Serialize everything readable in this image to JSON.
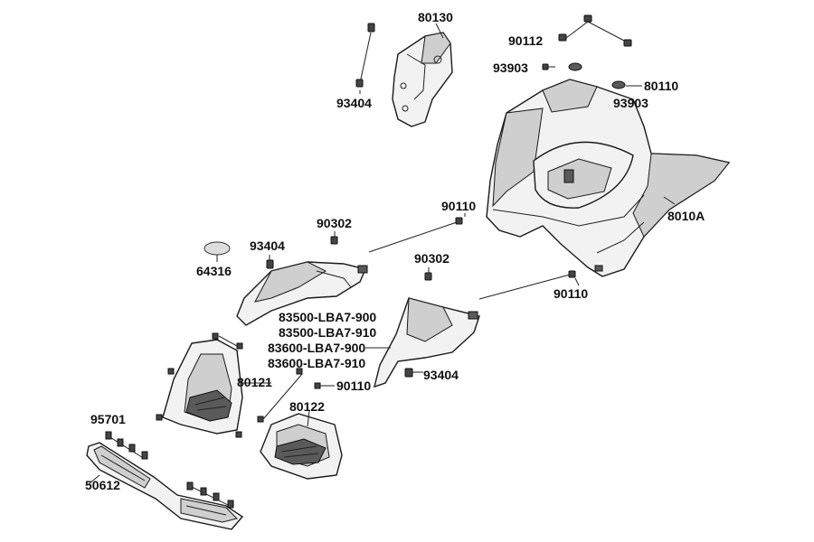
{
  "diagram": {
    "labels": {
      "p80130": "80130",
      "p90112": "90112",
      "p93903a": "93903",
      "p80110": "80110",
      "p93903b": "93903",
      "p93404a": "93404",
      "p8010a": "8010A",
      "p90110a": "90110",
      "p90302a": "90302",
      "p93404b": "93404",
      "p64316": "64316",
      "p90302b": "90302",
      "p90110b": "90110",
      "p83500_900": "83500-LBA7-900",
      "p83500_910": "83500-LBA7-910",
      "p83600_900": "83600-LBA7-900",
      "p83600_910": "83600-LBA7-910",
      "p80121": "80121",
      "p93404c": "93404",
      "p90110c": "90110",
      "p80122": "80122",
      "p95701": "95701",
      "p50612": "50612"
    }
  }
}
